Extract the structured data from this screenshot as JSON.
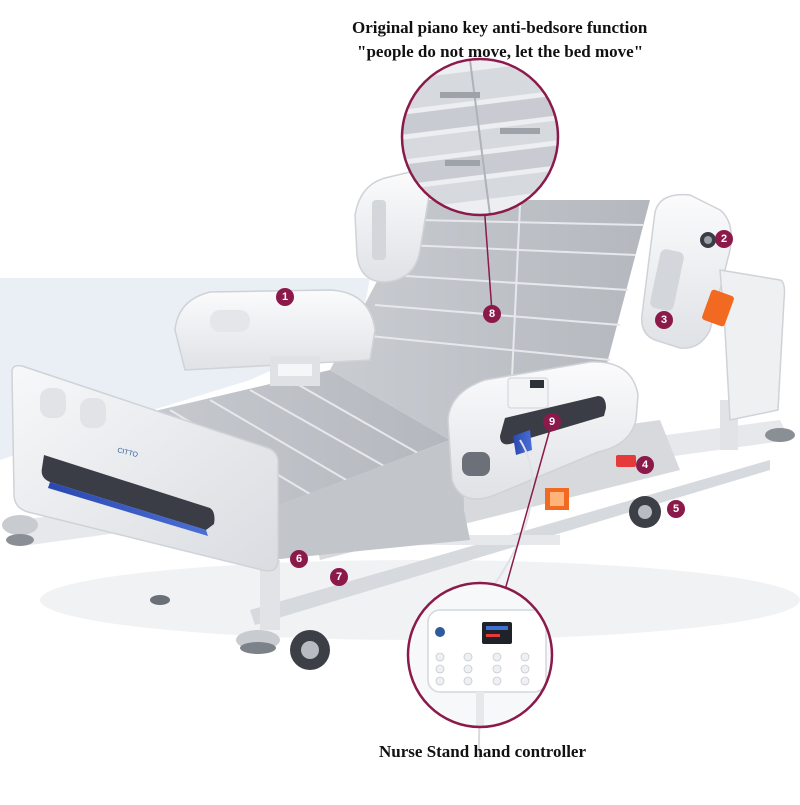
{
  "captions": {
    "top_line_1": "Original piano key anti-bedsore function",
    "top_line_2": "\"people do not move, let the bed move\"",
    "bottom": "Nurse Stand hand controller"
  },
  "markers": [
    "1",
    "2",
    "3",
    "4",
    "5",
    "6",
    "7",
    "8",
    "9"
  ],
  "bed": {
    "brand": "CITTO"
  },
  "colors": {
    "marker": "#8b1a4a",
    "callout_line": "#8b1a4a",
    "accent_blue": "#2d4fb8",
    "panel_dark": "#3a3d45",
    "bed_white": "#f3f4f6",
    "bed_grey": "#cfd2d7",
    "orange": "#f26a21",
    "red": "#e63a3a",
    "backdrop": "#e9eff5"
  }
}
